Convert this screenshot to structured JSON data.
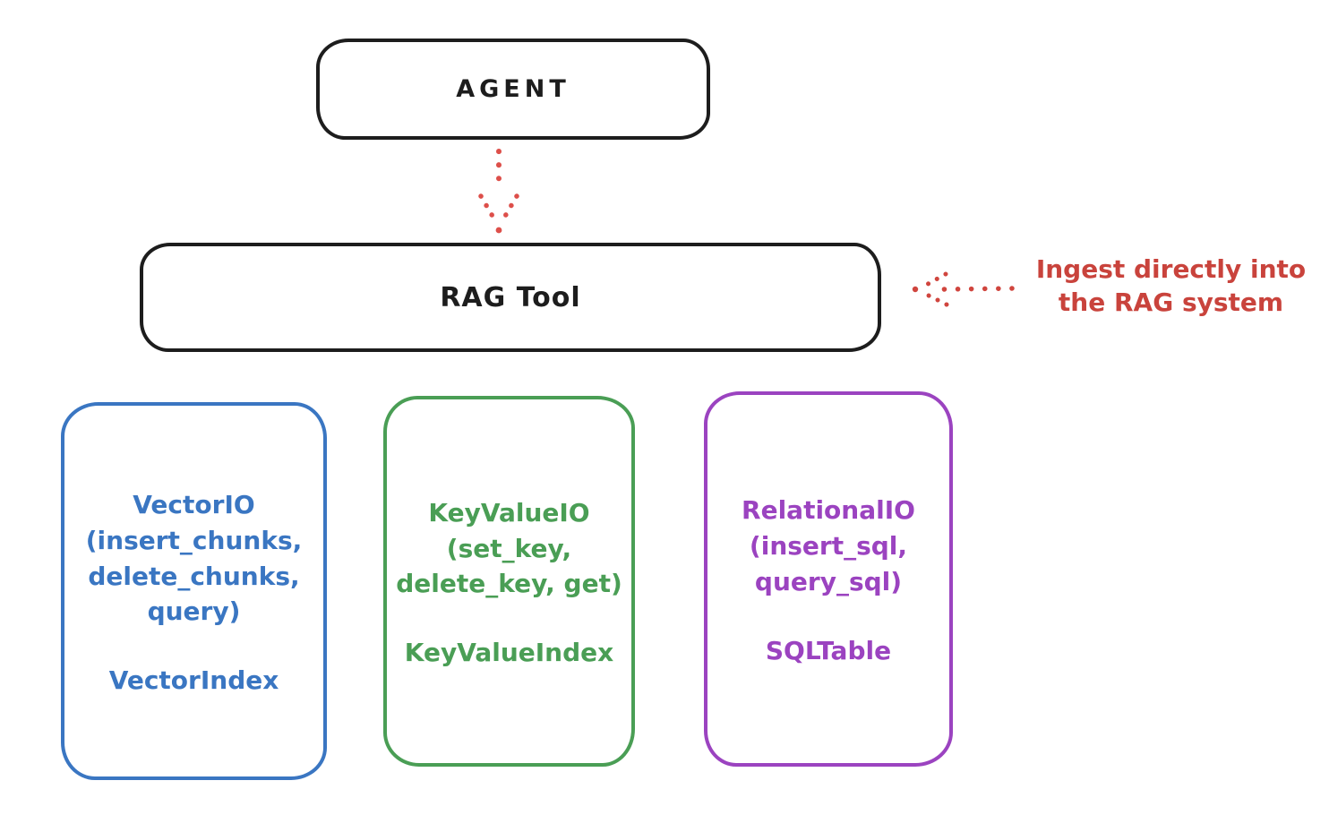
{
  "diagram": {
    "background": "#ffffff",
    "nodes": {
      "agent": {
        "label": "AGENT",
        "stroke": "#1d1d1d"
      },
      "rag_tool": {
        "label": "RAG Tool",
        "stroke": "#1d1d1d"
      },
      "vector_io": {
        "title": "VectorIO\n(insert_chunks,\ndelete_chunks,\nquery)",
        "subtitle": "VectorIndex",
        "stroke": "#3a76c2"
      },
      "key_value_io": {
        "title": "KeyValueIO\n(set_key,\ndelete_key, get)",
        "subtitle": "KeyValueIndex",
        "stroke": "#4a9e55"
      },
      "relational_io": {
        "title": "RelationalIO\n(insert_sql,\nquery_sql)",
        "subtitle": "SQLTable",
        "stroke": "#9b43c0"
      }
    },
    "annotation": {
      "text": "Ingest directly into\nthe RAG system",
      "color": "#c9433c"
    },
    "arrows": {
      "agent_to_rag_tool": {
        "style": "dotted",
        "direction": "down",
        "color": "#dd4f4a"
      },
      "annotation_to_rag_tool": {
        "style": "dotted",
        "direction": "left",
        "color": "#d0453e"
      }
    }
  }
}
